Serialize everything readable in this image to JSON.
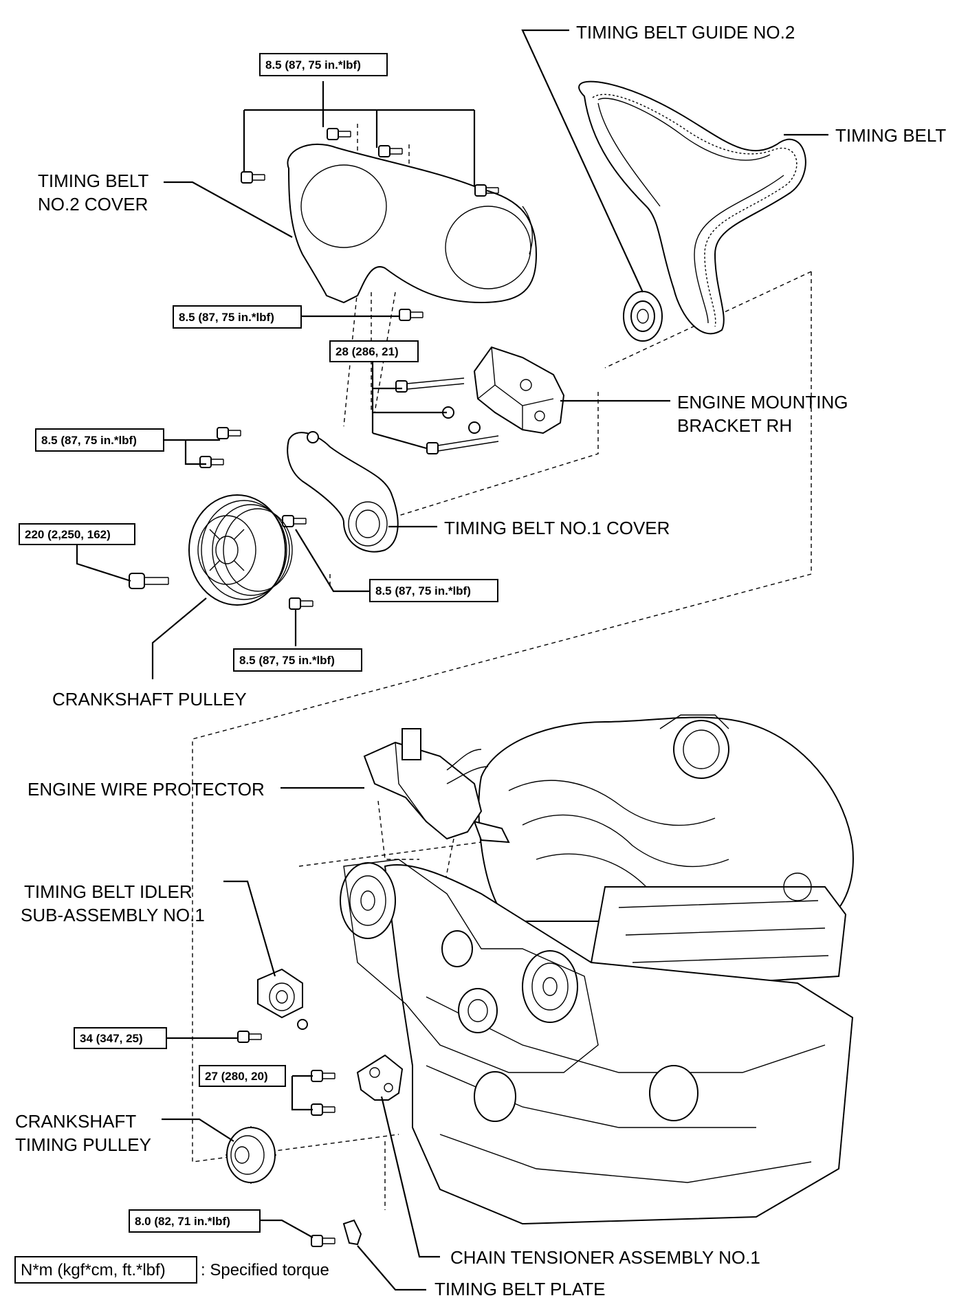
{
  "parts": {
    "timing_belt_guide_no2": "TIMING BELT GUIDE NO.2",
    "timing_belt": "TIMING BELT",
    "timing_belt_no2_cover_line1": "TIMING BELT",
    "timing_belt_no2_cover_line2": "NO.2 COVER",
    "engine_mounting_bracket_line1": "ENGINE MOUNTING",
    "engine_mounting_bracket_line2": "BRACKET RH",
    "timing_belt_no1_cover": "TIMING BELT NO.1 COVER",
    "crankshaft_pulley": "CRANKSHAFT PULLEY",
    "engine_wire_protector": "ENGINE WIRE PROTECTOR",
    "idler_line1": "TIMING BELT IDLER",
    "idler_line2": "SUB-ASSEMBLY NO.1",
    "crank_timing_pulley_line1": "CRANKSHAFT",
    "crank_timing_pulley_line2": "TIMING PULLEY",
    "chain_tensioner": "CHAIN TENSIONER ASSEMBLY NO.1",
    "timing_belt_plate": "TIMING BELT PLATE"
  },
  "torques": {
    "cover2_top": "8.5 (87, 75 in.*lbf)",
    "cover2_bottom": "8.5 (87, 75 in.*lbf)",
    "bracket": "28 (286, 21)",
    "cover1_upper": "8.5 (87, 75 in.*lbf)",
    "crank_bolt": "220 (2,250, 162)",
    "cover1_right": "8.5 (87, 75 in.*lbf)",
    "cover1_lower": "8.5 (87, 75 in.*lbf)",
    "idler": "34 (347, 25)",
    "tensioner": "27 (280, 20)",
    "plate": "8.0 (82, 71 in.*lbf)"
  },
  "legend": {
    "box_text": "N*m (kgf*cm, ft.*lbf)",
    "description": ": Specified torque"
  }
}
